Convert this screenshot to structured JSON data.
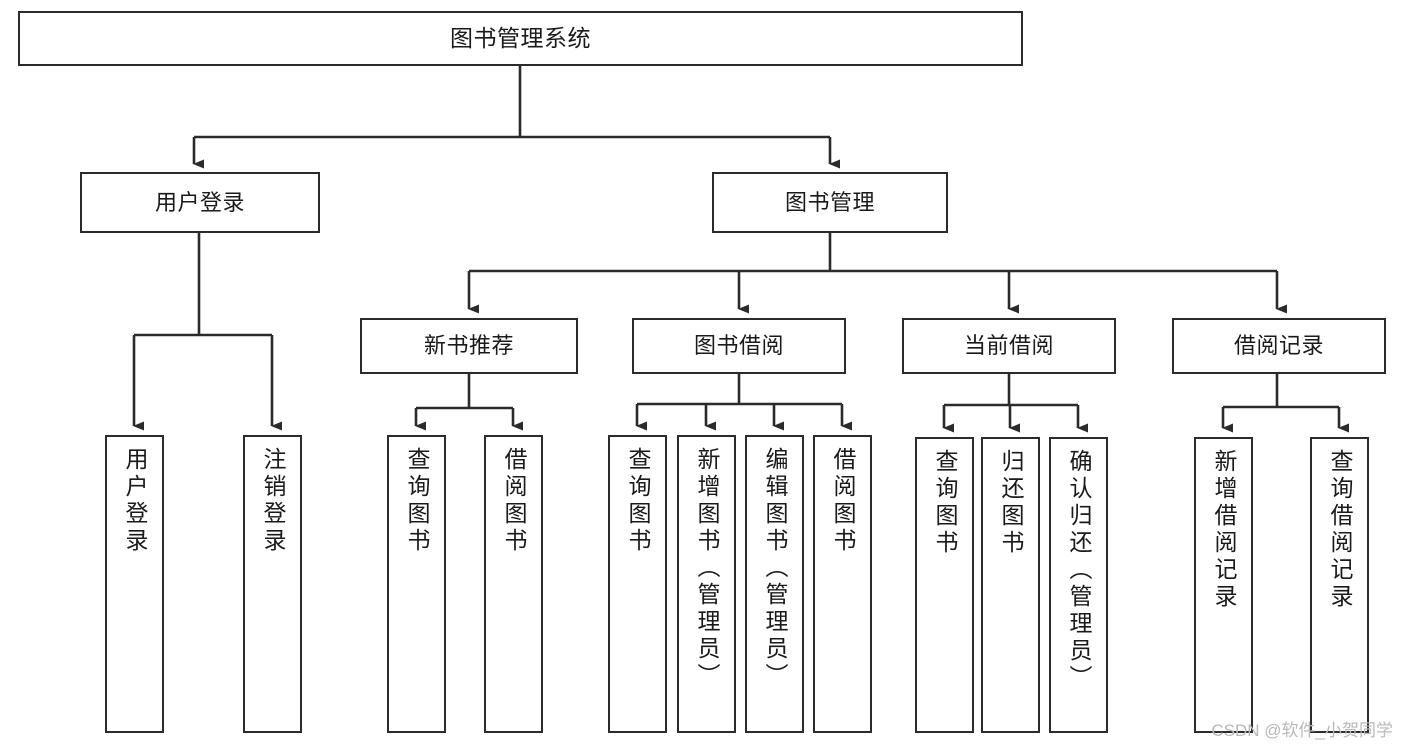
{
  "diagram": {
    "title": "图书管理系统",
    "watermark": "CSDN @软件_小贺同学",
    "line_color": "#2b2b2b",
    "box_fill": "#ffffff",
    "text_color": "#1a1a1a",
    "watermark_color": "#b9b9b9",
    "root": {
      "label": "图书管理系统"
    },
    "level1": [
      {
        "label": "用户登录"
      },
      {
        "label": "图书管理"
      }
    ],
    "level2": [
      {
        "label": "新书推荐"
      },
      {
        "label": "图书借阅"
      },
      {
        "label": "当前借阅"
      },
      {
        "label": "借阅记录"
      }
    ],
    "leaves": {
      "user_login": [
        {
          "label": "用户登录"
        },
        {
          "label": "注销登录"
        }
      ],
      "new_book_recommend": [
        {
          "label": "查询图书"
        },
        {
          "label": "借阅图书"
        }
      ],
      "book_borrow": [
        {
          "label": "查询图书"
        },
        {
          "label": "新增图书（管理员）"
        },
        {
          "label": "编辑图书（管理员）"
        },
        {
          "label": "借阅图书"
        }
      ],
      "current_borrow": [
        {
          "label": "查询图书"
        },
        {
          "label": "归还图书"
        },
        {
          "label": "确认归还（管理员）"
        }
      ],
      "borrow_record": [
        {
          "label": "新增借阅记录"
        },
        {
          "label": "查询借阅记录"
        }
      ]
    }
  }
}
